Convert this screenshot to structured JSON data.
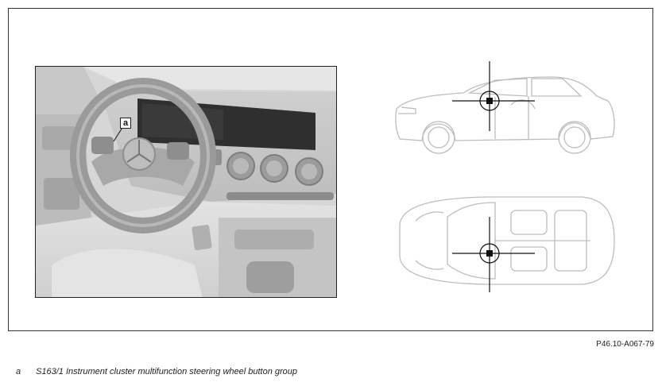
{
  "figure": {
    "callout": "a",
    "reference_code": "P46.10-A067-79"
  },
  "legend": [
    {
      "key": "a",
      "text": "S163/1 Instrument cluster multifunction steering wheel button group"
    }
  ]
}
